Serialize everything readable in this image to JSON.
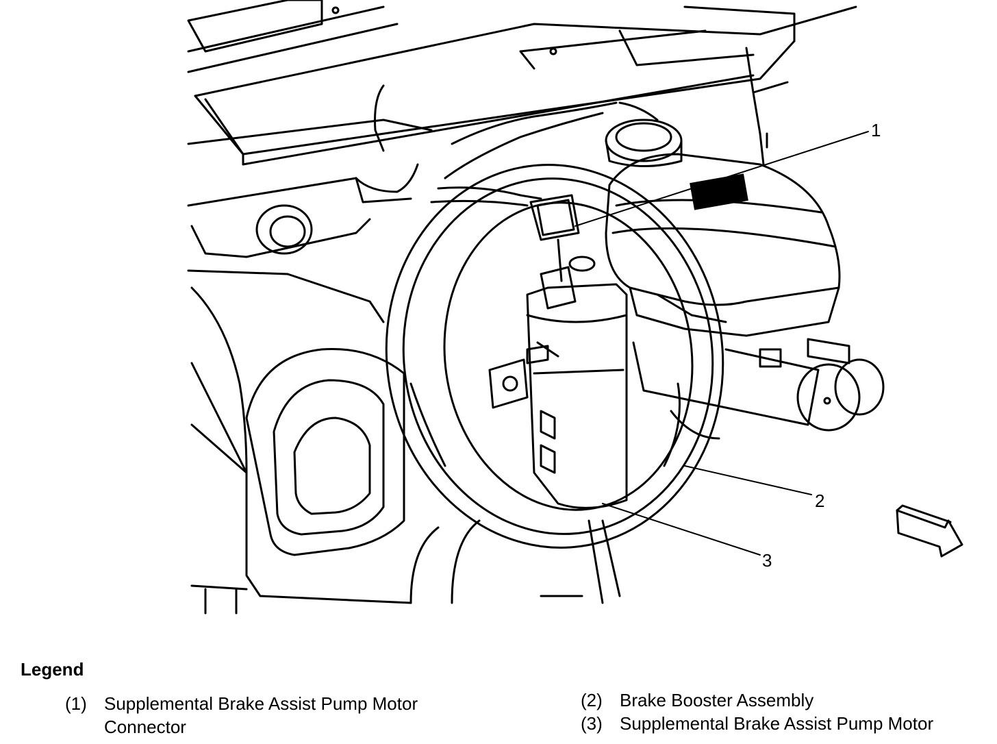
{
  "callouts": [
    {
      "id": "1",
      "label": "1"
    },
    {
      "id": "2",
      "label": "2"
    },
    {
      "id": "3",
      "label": "3"
    }
  ],
  "legend": {
    "title": "Legend",
    "items": [
      {
        "num": "(1)",
        "line1": "Supplemental Brake Assist Pump Motor",
        "line2": "Connector"
      },
      {
        "num": "(2)",
        "line1": "Brake Booster Assembly"
      },
      {
        "num": "(3)",
        "line1": "Supplemental Brake Assist Pump Motor"
      }
    ]
  }
}
